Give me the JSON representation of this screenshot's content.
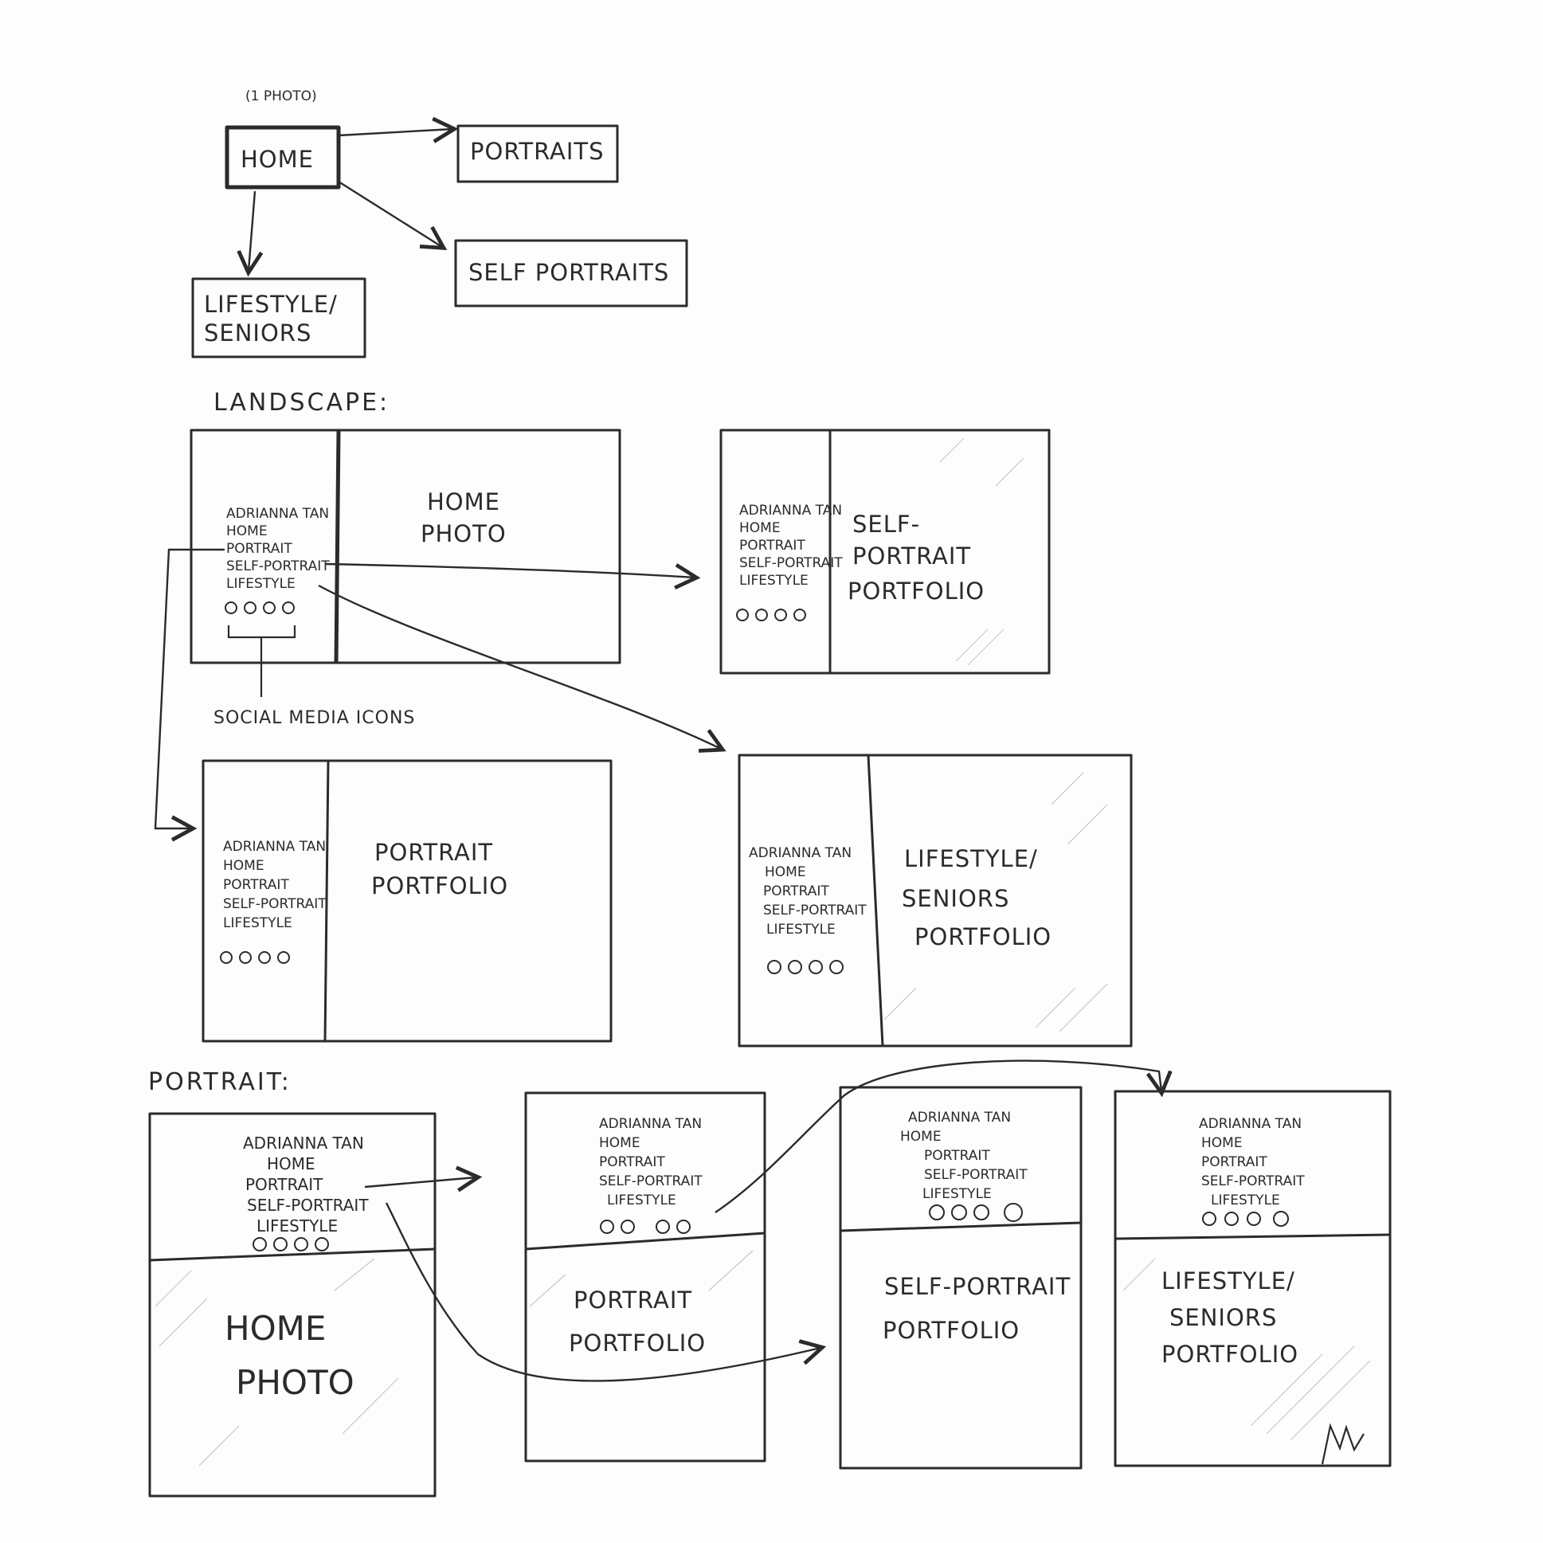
{
  "sitemap": {
    "note": "(1 PHOTO)",
    "nodes": {
      "home": "HOME",
      "portraits": "PORTRAITS",
      "self_portraits": "SELF PORTRAITS",
      "lifestyle_line1": "LIFESTYLE/",
      "lifestyle_line2": "SENIORS"
    }
  },
  "sections": {
    "landscape": "LANDSCAPE:",
    "portrait": "PORTRAIT:",
    "social_media_icons": "SOCIAL MEDIA ICONS"
  },
  "nav": {
    "name": "ADRIANNA TAN",
    "items": [
      "HOME",
      "PORTRAIT",
      "SELF-PORTRAIT",
      "LIFESTYLE"
    ],
    "social_icon_count": 4
  },
  "landscape_wireframes": {
    "home": {
      "line1": "HOME",
      "line2": "PHOTO"
    },
    "self_portrait": {
      "line1": "SELF-",
      "line2": "PORTRAIT",
      "line3": "PORTFOLIO"
    },
    "portrait": {
      "line1": "PORTRAIT",
      "line2": "PORTFOLIO"
    },
    "lifestyle": {
      "line1": "LIFESTYLE/",
      "line2": "SENIORS",
      "line3": "PORTFOLIO"
    }
  },
  "portrait_wireframes": {
    "home": {
      "line1": "HOME",
      "line2": "PHOTO"
    },
    "portrait": {
      "line1": "PORTRAIT",
      "line2": "PORTFOLIO"
    },
    "self_portrait": {
      "line1": "SELF-PORTRAIT",
      "line2": "PORTFOLIO"
    },
    "lifestyle": {
      "line1": "LIFESTYLE/",
      "line2": "SENIORS",
      "line3": "PORTFOLIO"
    }
  }
}
